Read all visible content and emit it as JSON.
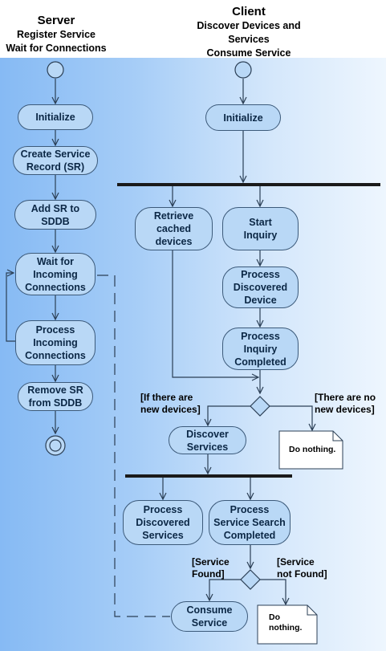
{
  "server": {
    "title": "Server",
    "subtitle_1": "Register Service",
    "subtitle_2": "Wait for Connections"
  },
  "client": {
    "title": "Client",
    "subtitle_1": "Discover Devices and",
    "subtitle_2": "Services",
    "subtitle_3": "Consume Service"
  },
  "nodes": {
    "server_initialize": "Initialize",
    "create_service_record": "Create Service\nRecord (SR)",
    "add_sr_to_sddb": "Add SR to\nSDDB",
    "wait_for_connections": "Wait for\nIncoming\nConnections",
    "process_connections": "Process\nIncoming\nConnections",
    "remove_sr": "Remove SR\nfrom SDDB",
    "client_initialize": "Initialize",
    "retrieve_cached": "Retrieve\ncached\ndevices",
    "start_inquiry": "Start\nInquiry",
    "process_discovered_device": "Process\nDiscovered\nDevice",
    "process_inquiry_completed": "Process\nInquiry\nCompleted",
    "discover_services": "Discover\nServices",
    "process_discovered_services": "Process\nDiscovered\nServices",
    "process_search_completed": "Process\nService Search\nCompleted",
    "consume_service": "Consume\nService"
  },
  "guards": {
    "new_devices": "[If there are\nnew devices]",
    "no_new_devices": "[There are no\nnew devices]",
    "service_found": "[Service\nFound]",
    "service_not_found": "[Service\nnot Found]"
  },
  "notes": {
    "do_nothing_1": "Do nothing.",
    "do_nothing_2": "Do\nnothing."
  }
}
